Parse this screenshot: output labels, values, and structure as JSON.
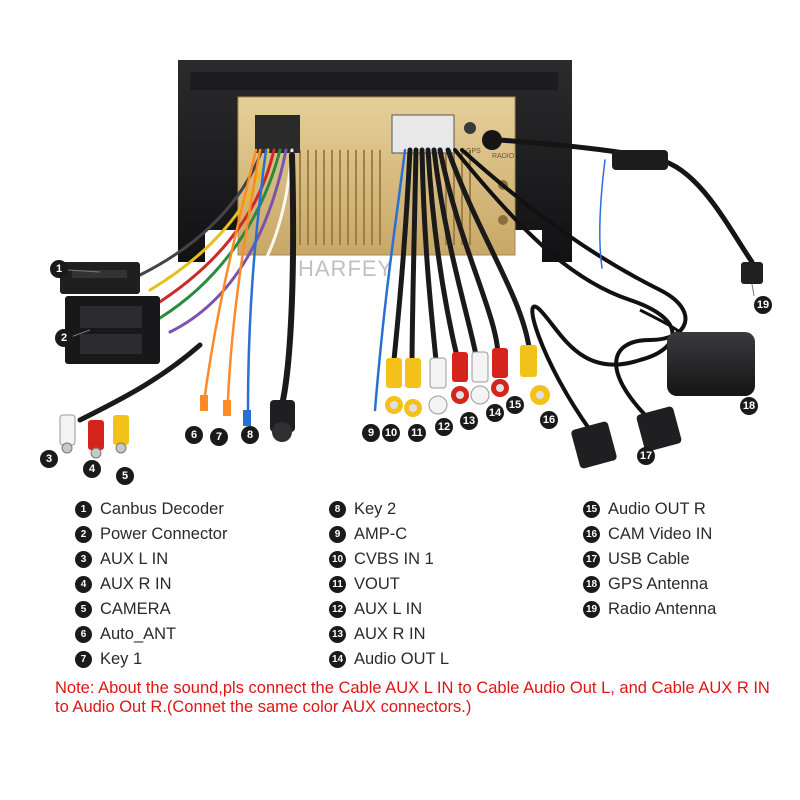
{
  "watermark": "HARFEY",
  "device_labels": {
    "gps": "GPS",
    "radio": "RADIO"
  },
  "markers": [
    "1",
    "2",
    "3",
    "4",
    "5",
    "6",
    "7",
    "8",
    "9",
    "10",
    "11",
    "12",
    "13",
    "14",
    "15",
    "16",
    "17",
    "18",
    "19"
  ],
  "legend": {
    "col1": [
      {
        "num": "1",
        "label": "Canbus Decoder"
      },
      {
        "num": "2",
        "label": "Power Connector"
      },
      {
        "num": "3",
        "label": "AUX L IN"
      },
      {
        "num": "4",
        "label": "AUX R IN"
      },
      {
        "num": "5",
        "label": "CAMERA"
      },
      {
        "num": "6",
        "label": "Auto_ANT"
      },
      {
        "num": "7",
        "label": "Key 1"
      }
    ],
    "col2": [
      {
        "num": "8",
        "label": "Key 2"
      },
      {
        "num": "9",
        "label": "AMP-C"
      },
      {
        "num": "10",
        "label": "CVBS IN 1"
      },
      {
        "num": "11",
        "label": "VOUT"
      },
      {
        "num": "12",
        "label": "AUX L IN"
      },
      {
        "num": "13",
        "label": "AUX R IN"
      },
      {
        "num": "14",
        "label": "Audio OUT L"
      }
    ],
    "col3": [
      {
        "num": "15",
        "label": "Audio OUT R"
      },
      {
        "num": "16",
        "label": "CAM Video IN"
      },
      {
        "num": "17",
        "label": "USB Cable"
      },
      {
        "num": "18",
        "label": "GPS Antenna"
      },
      {
        "num": "19",
        "label": "Radio Antenna"
      }
    ]
  },
  "note": "Note: About the sound,pls connect the Cable AUX L IN to Cable Audio Out L, and Cable AUX R IN to  Audio Out R.(Connet the same color AUX connectors.)"
}
